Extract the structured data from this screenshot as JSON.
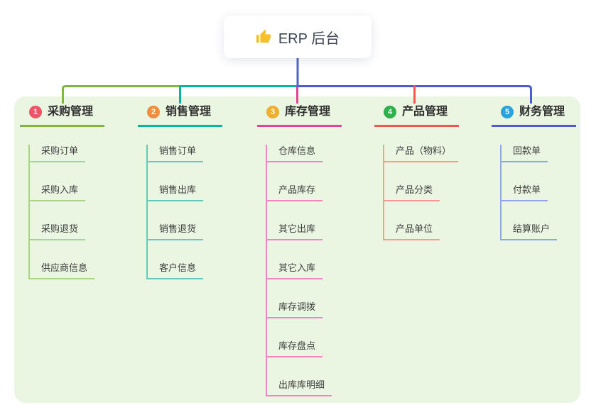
{
  "root": {
    "label": "ERP 后台",
    "icon": "thumbs-up-icon",
    "icon_color": "#f6c02d",
    "line_color": "#4f63d2"
  },
  "panel": {
    "background": "#eaf6e2"
  },
  "branches": [
    {
      "index": "1",
      "label": "采购管理",
      "badge_color": "#ee5566",
      "line_color": "#7cba3f",
      "child_line_color": "#aad584",
      "children": [
        "采购订单",
        "采购入库",
        "采购退货",
        "供应商信息"
      ]
    },
    {
      "index": "2",
      "label": "销售管理",
      "badge_color": "#f68c3e",
      "line_color": "#0cb2a4",
      "child_line_color": "#66c9bd",
      "children": [
        "销售订单",
        "销售出库",
        "销售退货",
        "客户信息"
      ]
    },
    {
      "index": "3",
      "label": "库存管理",
      "badge_color": "#f2ae2a",
      "line_color": "#e2469b",
      "child_line_color": "#ef87c0",
      "children": [
        "仓库信息",
        "产品库存",
        "其它出库",
        "其它入库",
        "库存调拨",
        "库存盘点",
        "出库库明细"
      ]
    },
    {
      "index": "4",
      "label": "产品管理",
      "badge_color": "#2fb24c",
      "line_color": "#f3564d",
      "child_line_color": "#f79b94",
      "children": [
        "产品（物料）",
        "产品分类",
        "产品单位"
      ]
    },
    {
      "index": "5",
      "label": "财务管理",
      "badge_color": "#2aa3dd",
      "line_color": "#4a5ed0",
      "child_line_color": "#93a7e4",
      "children": [
        "回款单",
        "付款单",
        "结算账户"
      ]
    }
  ]
}
